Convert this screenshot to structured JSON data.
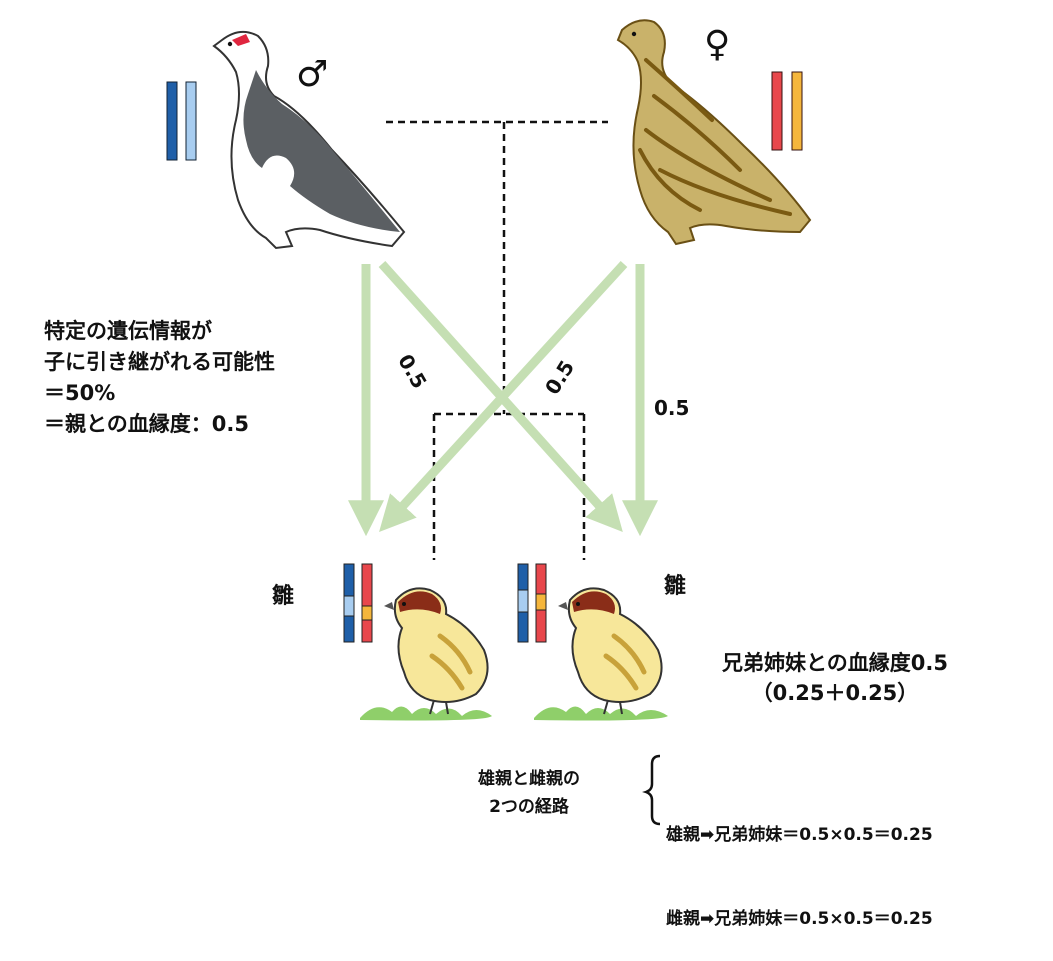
{
  "symbols": {
    "male": "♂",
    "female": "♀"
  },
  "chick_label": "雛",
  "inheritance_values": [
    "0.5",
    "0.5",
    "0.5"
  ],
  "description": "特定の遺伝情報が\n子に引き継がれる可能性\n＝50%\n＝親との血縁度：0.5",
  "sibling_relatedness": "兄弟姉妹との血縁度0.5\n（0.25＋0.25）",
  "paths_label": "雄親と雌親の\n2つの経路",
  "equations": [
    "雄親➡兄弟姉妹＝0.5×0.5＝0.25",
    "雌親➡兄弟姉妹＝0.5×0.5＝0.25"
  ],
  "colors": {
    "arrow": "#c5dfb3",
    "male_dark": "#1f5fa8",
    "male_light": "#a8cdf0",
    "female_red": "#e8474c",
    "female_yellow": "#f5b63c",
    "male_plumage": "#5b5f63",
    "female_plumage": "#8a6a1e",
    "chick_body": "#f7e79a",
    "grass": "#8fcf6a"
  }
}
